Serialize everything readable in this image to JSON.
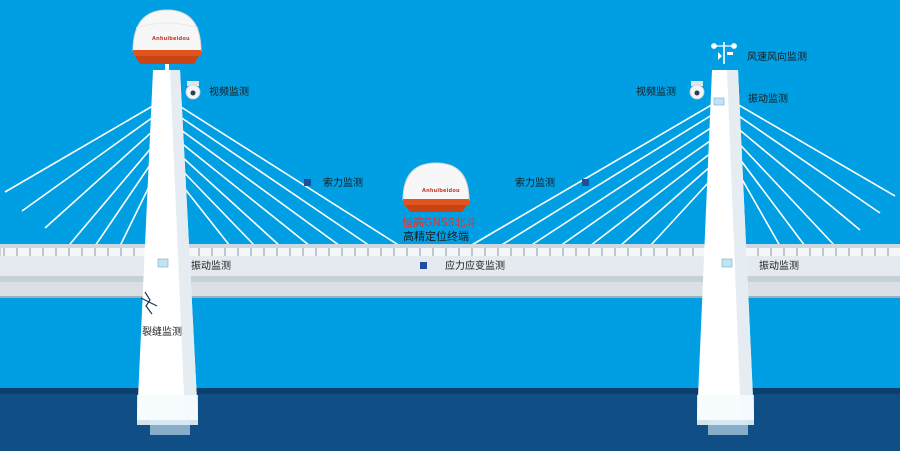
{
  "labels": {
    "video_left": "视频监测",
    "video_right": "视频监测",
    "wind": "风速风向监测",
    "vibration_top_right": "振动监测",
    "cable_left": "索力监测",
    "cable_right": "索力监测",
    "vibration_left": "振动监测",
    "vibration_right": "振动监测",
    "strain": "应力应变监测",
    "crack": "裂缝监测"
  },
  "terminal": {
    "line1": "恒高GNSS北斗",
    "line2": "高精定位终端",
    "brand": "Anhuibeidou"
  },
  "colors": {
    "sky": "#009fe3",
    "water": "#0f4f86",
    "deck": "#e8eef3",
    "tower": "#ffffff",
    "sensor": "#1f4e9c",
    "accent_red": "#e8322c",
    "dome_base": "#e2541b"
  },
  "icons": {
    "camera": "dome-camera-icon",
    "anemometer": "anemometer-icon",
    "crack_sensor": "crack-sensor-icon",
    "gnss_dome": "gnss-dome-icon"
  }
}
